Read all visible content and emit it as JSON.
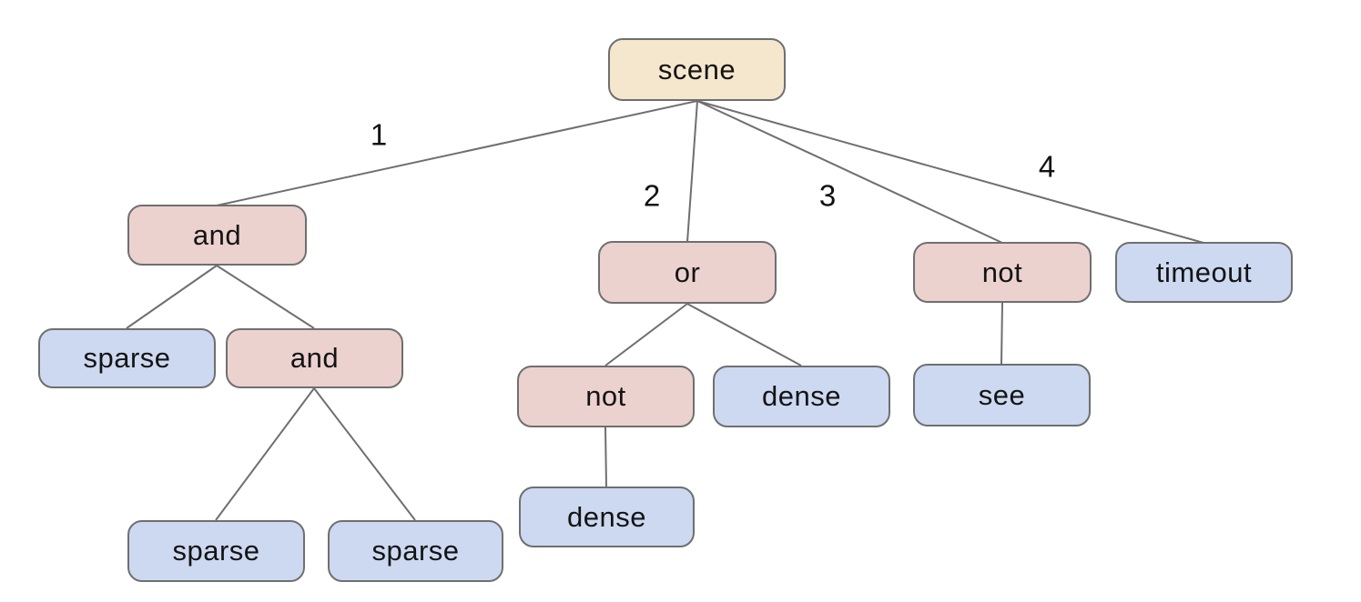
{
  "diagram": {
    "type": "tree",
    "colors": {
      "root_fill": "#f5e7cd",
      "operator_fill": "#ecd2cf",
      "leaf_fill": "#cdd9f1",
      "border": "#6f6f6f",
      "edge_line": "#6f6f6f",
      "text": "#141414",
      "background": "#ffffff"
    },
    "nodes": [
      {
        "id": "scene",
        "label": "scene",
        "kind": "root"
      },
      {
        "id": "and-1",
        "label": "and",
        "kind": "operator"
      },
      {
        "id": "or-1",
        "label": "or",
        "kind": "operator"
      },
      {
        "id": "not-right",
        "label": "not",
        "kind": "operator"
      },
      {
        "id": "timeout",
        "label": "timeout",
        "kind": "leaf"
      },
      {
        "id": "sparse-1",
        "label": "sparse",
        "kind": "leaf"
      },
      {
        "id": "and-2",
        "label": "and",
        "kind": "operator"
      },
      {
        "id": "not-mid",
        "label": "not",
        "kind": "operator"
      },
      {
        "id": "dense-1",
        "label": "dense",
        "kind": "leaf"
      },
      {
        "id": "see",
        "label": "see",
        "kind": "leaf"
      },
      {
        "id": "sparse-2",
        "label": "sparse",
        "kind": "leaf"
      },
      {
        "id": "sparse-3",
        "label": "sparse",
        "kind": "leaf"
      },
      {
        "id": "dense-2",
        "label": "dense",
        "kind": "leaf"
      }
    ],
    "edge_labels": [
      {
        "text": "1"
      },
      {
        "text": "2"
      },
      {
        "text": "3"
      },
      {
        "text": "4"
      }
    ],
    "tree": {
      "label": "scene",
      "children": [
        {
          "edge": "1",
          "label": "and",
          "children": [
            {
              "label": "sparse"
            },
            {
              "label": "and",
              "children": [
                {
                  "label": "sparse"
                },
                {
                  "label": "sparse"
                }
              ]
            }
          ]
        },
        {
          "edge": "2",
          "label": "or",
          "children": [
            {
              "label": "not",
              "children": [
                {
                  "label": "dense"
                }
              ]
            },
            {
              "label": "dense"
            }
          ]
        },
        {
          "edge": "3",
          "label": "not",
          "children": [
            {
              "label": "see"
            }
          ]
        },
        {
          "edge": "4",
          "label": "timeout"
        }
      ]
    }
  }
}
